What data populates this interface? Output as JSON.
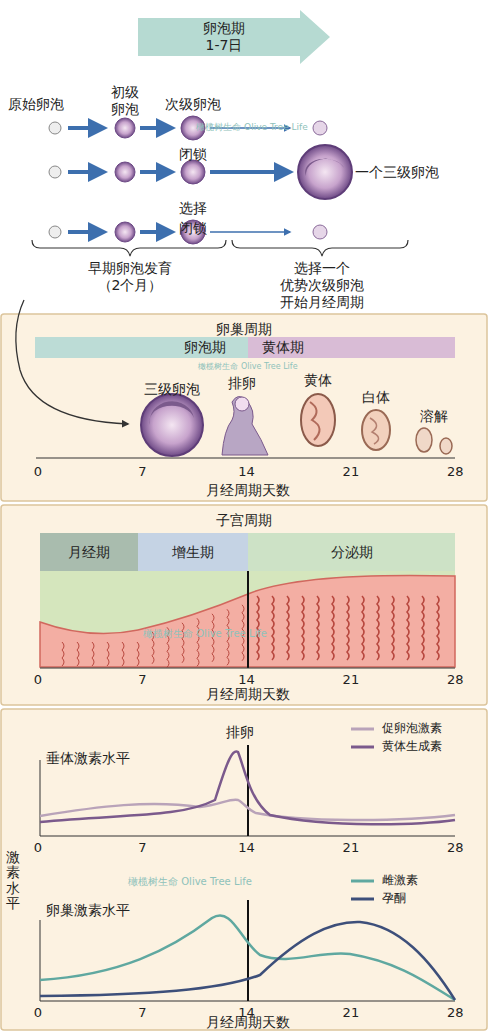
{
  "diagram": {
    "nodes": [
      {
        "text": [
          "卵泡期 1-7日"
        ]
      },
      {
        "text": [
          "卵巢周期"
        ]
      },
      {
        "text": [
          "卵泡期"
        ],
        "in": 1
      },
      {
        "text": [
          "黄体期"
        ],
        "in": 1
      },
      {
        "text": [
          "子宫周期"
        ]
      },
      {
        "text": [
          "月经期"
        ],
        "in": 4
      },
      {
        "text": [
          "增生期"
        ],
        "in": 4
      },
      {
        "text": [
          "分泌期"
        ],
        "in": 4
      }
    ],
    "labels": [
      "原始卵泡",
      "初级 卵泡",
      "次级卵泡",
      "闭锁",
      "选择",
      "闭锁",
      "一个三级卵泡",
      "早期卵泡发育 （2个月）",
      "选择一个 优势次级卵泡 开始月经周期",
      "橄榄树生命 Olive Tree Life",
      "三级卵泡",
      "排卵",
      "黄体",
      "白体",
      "溶解",
      "橄榄树生命 Olive Tree Life",
      "0",
      "7",
      "14",
      "21",
      "28",
      "月经周期天数",
      "橄榄树生命 Olive Tree Life",
      "0",
      "7",
      "14",
      "21",
      "28",
      "月经周期天数",
      "排卵",
      "垂体激素水平",
      "0",
      "7",
      "14",
      "21",
      "28",
      "激素水平",
      "卵巢激素水平",
      "橄榄树生命 Olive Tree Life",
      "0",
      "7",
      "14",
      "21",
      "28",
      "月经周期天数"
    ],
    "legend": [
      {
        "text": "促卵泡激素"
      },
      {
        "text": "黄体生成素"
      },
      {
        "text": "雌激素"
      },
      {
        "text": "孕酮"
      }
    ]
  }
}
